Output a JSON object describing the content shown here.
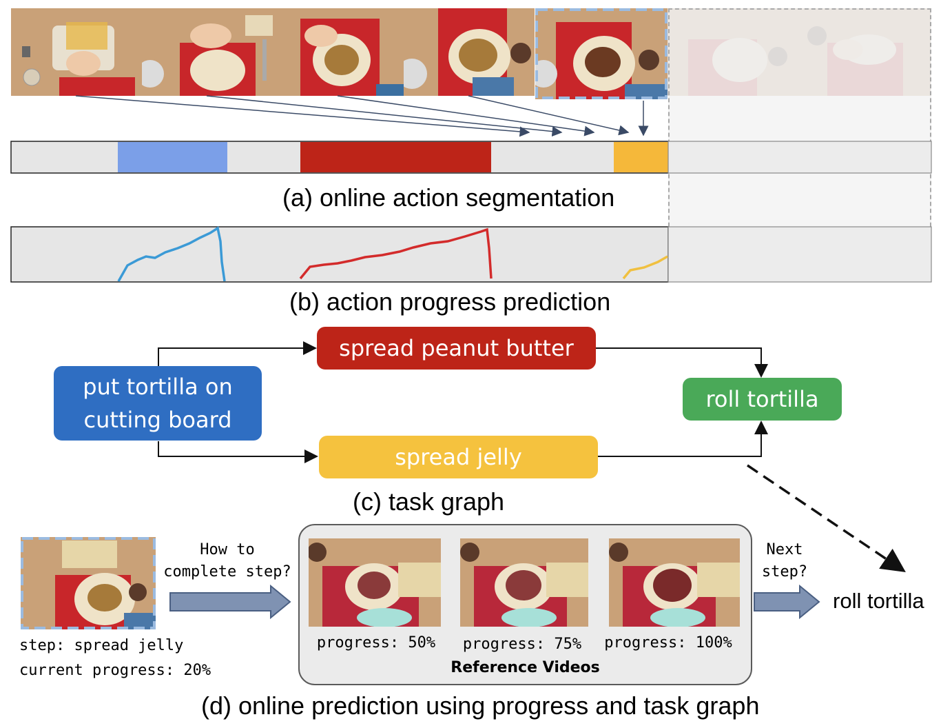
{
  "captions": {
    "a": "(a)   online action segmentation",
    "b": "(b)   action progress prediction",
    "c": "(c)   task graph",
    "d": "(d)   online prediction using progress and task graph"
  },
  "task_graph": {
    "start": "put tortilla on cutting board",
    "branch_top": "spread peanut butter",
    "branch_bottom": "spread jelly",
    "end": "roll tortilla"
  },
  "colors": {
    "blue_step": "#7b9fe8",
    "red_step": "#bd2418",
    "yellow_step": "#f5b83a",
    "start_node": "#2f6ec2",
    "end_node": "#4aa958",
    "dashed_box": "#9bbbe0"
  },
  "segmentation": {
    "segments": [
      {
        "step": "put tortilla on cutting board",
        "color": "blue"
      },
      {
        "step": "spread peanut butter",
        "color": "red"
      },
      {
        "step": "spread jelly",
        "color": "yellow"
      }
    ]
  },
  "prediction": {
    "question_left": "How to\ncomplete step?",
    "question_right": "Next\nstep?",
    "step_label": "step: spread jelly",
    "current_progress_label": "current progress: 20%",
    "answer": "roll tortilla",
    "reference_title": "Reference Videos",
    "references": [
      {
        "label": "progress: 50%",
        "progress": 0.5
      },
      {
        "label": "progress: 75%",
        "progress": 0.75
      },
      {
        "label": "progress: 100%",
        "progress": 1.0
      }
    ]
  }
}
